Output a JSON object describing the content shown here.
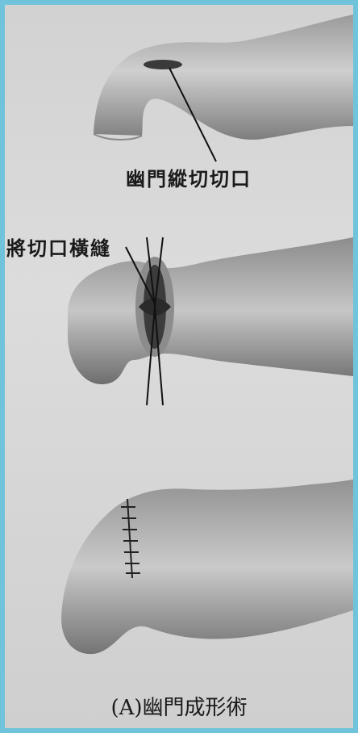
{
  "figure": {
    "labels": {
      "pyloric_longitudinal_incision": "幽門縱切切口",
      "transverse_suture": "將切口橫縫"
    },
    "caption": "(A)幽門成形術"
  }
}
